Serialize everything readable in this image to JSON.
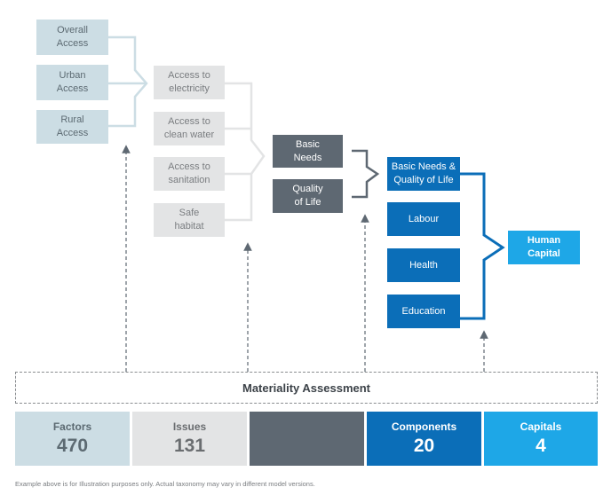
{
  "level1": [
    "Overall\nAccess",
    "Urban\nAccess",
    "Rural\nAccess"
  ],
  "level2": [
    "Access to\nelectricity",
    "Access to\nclean water",
    "Access to\nsanitation",
    "Safe\nhabitat"
  ],
  "level3": [
    "Basic\nNeeds",
    "Quality\nof Life"
  ],
  "level4": [
    "Basic Needs &\nQuality of Life",
    "Labour",
    "Health",
    "Education"
  ],
  "level5": [
    "Human\nCapital"
  ],
  "assessment_label": "Materiality Assessment",
  "stats": [
    {
      "label": "Factors",
      "value": "470"
    },
    {
      "label": "Issues",
      "value": "131"
    },
    {
      "label": "",
      "value": ""
    },
    {
      "label": "Components",
      "value": "20"
    },
    {
      "label": "Capitals",
      "value": "4"
    }
  ],
  "footnote": "Example above is for Illustration purposes only. Actual taxonomy may vary in different model versions.",
  "colors": {
    "factors": "#ccdde4",
    "issues": "#e3e4e5",
    "dark_gray": "#5e6872",
    "components": "#0b6eb8",
    "capitals": "#1ea7e7"
  }
}
